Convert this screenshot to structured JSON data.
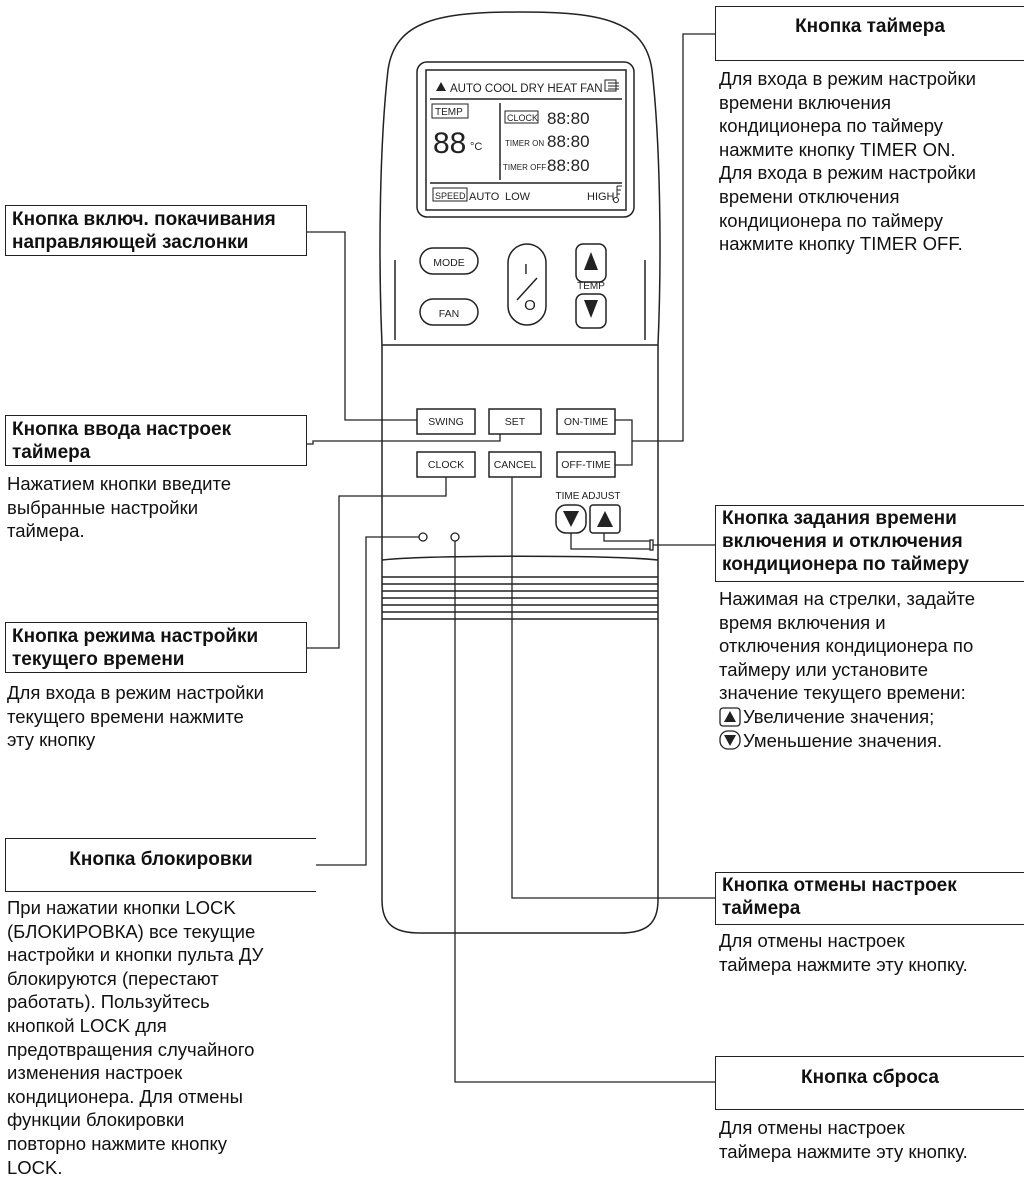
{
  "remote": {
    "lcd_modes": "AUTO COOL DRY HEAT FAN",
    "lcd_temp_label": "TEMP",
    "lcd_temp_value": "88",
    "lcd_temp_unit": "°C",
    "lcd_clock_label": "CLOCK",
    "lcd_clock_value": "88:80",
    "lcd_timer_on_label": "TIMER ON",
    "lcd_timer_on_value": "88:80",
    "lcd_timer_off_label": "TIMER OFF",
    "lcd_timer_off_value": "88:80",
    "lcd_speed_label": "SPEED",
    "lcd_speed_auto": "AUTO",
    "lcd_speed_low": "LOW",
    "lcd_speed_high": "HIGH",
    "btn_mode": "MODE",
    "btn_fan": "FAN",
    "btn_power_top": "I",
    "btn_power_bottom": "O",
    "temp_label": "TEMP",
    "btn_swing": "SWING",
    "btn_set": "SET",
    "btn_on_time": "ON-TIME",
    "btn_clock": "CLOCK",
    "btn_cancel": "CANCEL",
    "btn_off_time": "OFF-TIME",
    "time_adjust_label": "TIME ADJUST"
  },
  "callouts": {
    "swing": {
      "title": [
        "Кнопка включ. покачивания",
        "направляющей заслонки"
      ]
    },
    "set": {
      "title": [
        "Кнопка ввода настроек",
        "таймера"
      ],
      "desc": [
        "Нажатием кнопки введите",
        "выбранные настройки",
        "таймера."
      ]
    },
    "clock": {
      "title": [
        "Кнопка режима настройки",
        "текущего времени"
      ],
      "desc": [
        "Для входа в режим настройки",
        "текущего времени нажмите",
        "эту кнопку"
      ]
    },
    "lock": {
      "title": "Кнопка блокировки",
      "desc": [
        "При нажатии кнопки LOCK",
        "(БЛОКИРОВКА) все текущие",
        "настройки и кнопки пульта ДУ",
        "блокируются (перестают",
        "работать). Пользуйтесь",
        "кнопкой LOCK для",
        "предотвращения случайного",
        "изменения настроек",
        "кондиционера. Для отмены",
        "функции блокировки",
        "повторно нажмите кнопку",
        "LOCK."
      ]
    },
    "timer": {
      "title": "Кнопка таймера",
      "desc": [
        "Для входа в режим настройки",
        "времени включения",
        "кондиционера по таймеру",
        "нажмите кнопку TIMER ON.",
        "Для входа в режим настройки",
        "времени отключения",
        "кондиционера по таймеру",
        "нажмите кнопку TIMER OFF."
      ]
    },
    "time_adjust": {
      "title": [
        "Кнопка задания времени",
        "включения и отключения",
        "кондиционера по таймеру"
      ],
      "desc": [
        "Нажимая на стрелки, задайте",
        "время включения и",
        "отключения кондиционера по",
        "таймеру или установите",
        "значение текущего времени:"
      ],
      "up_text": "Увеличение значения;",
      "down_text": "Уменьшение значения."
    },
    "cancel": {
      "title": [
        "Кнопка отмены настроек",
        "таймера"
      ],
      "desc": [
        "Для отмены настроек",
        "таймера нажмите эту кнопку."
      ]
    },
    "reset": {
      "title": "Кнопка сброса",
      "desc": [
        "Для отмены настроек",
        "таймера нажмите эту кнопку."
      ]
    }
  }
}
